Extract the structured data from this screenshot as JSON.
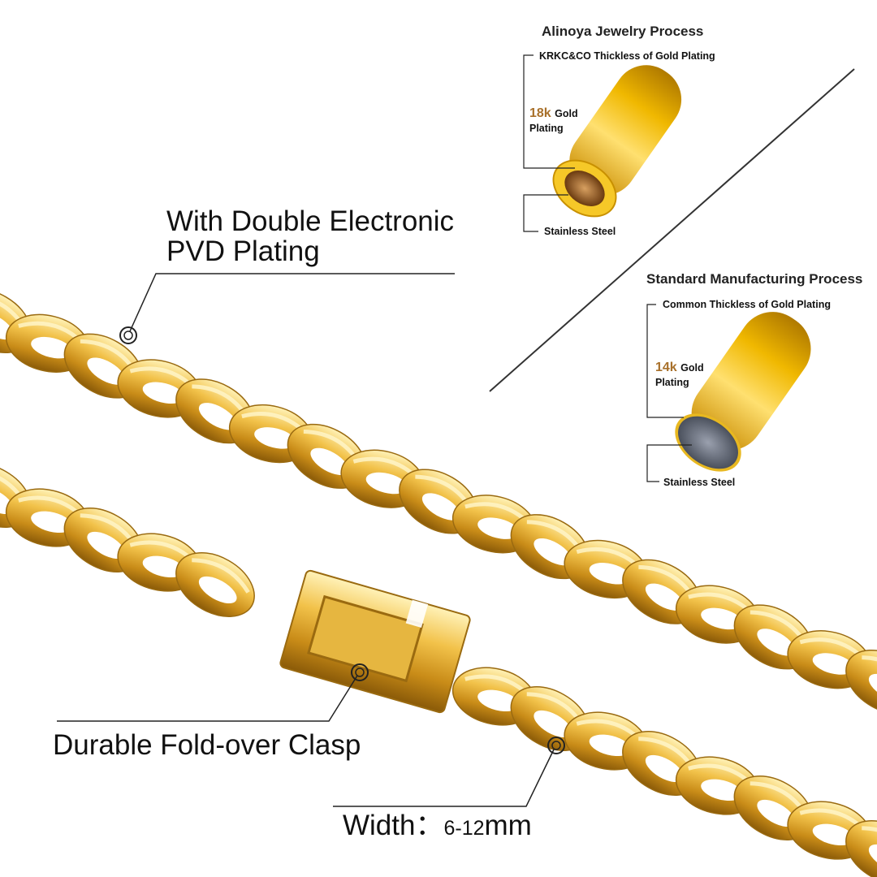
{
  "callouts": {
    "plating_line1": "With Double Electronic",
    "plating_line2": "PVD Plating",
    "clasp": "Durable Fold-over Clasp",
    "width_label": "Width：",
    "width_value": "6-12",
    "width_unit": "mm"
  },
  "alinoya": {
    "title": "Alinoya Jewelry Process",
    "thickness": "KRKC&CO Thickless of Gold Plating",
    "karat": "18k",
    "gold_word": "Gold",
    "plating_word": "Plating",
    "core": "Stainless Steel"
  },
  "standard": {
    "title": "Standard Manufacturing Process",
    "thickness": "Common Thickless of Gold Plating",
    "karat": "14k",
    "gold_word": "Gold",
    "plating_word": "Plating",
    "core": "Stainless Steel"
  },
  "colors": {
    "gold": "#e8b830",
    "gold_dark": "#b07a10",
    "karat": "#a8702a",
    "steel": "#6b7180"
  }
}
